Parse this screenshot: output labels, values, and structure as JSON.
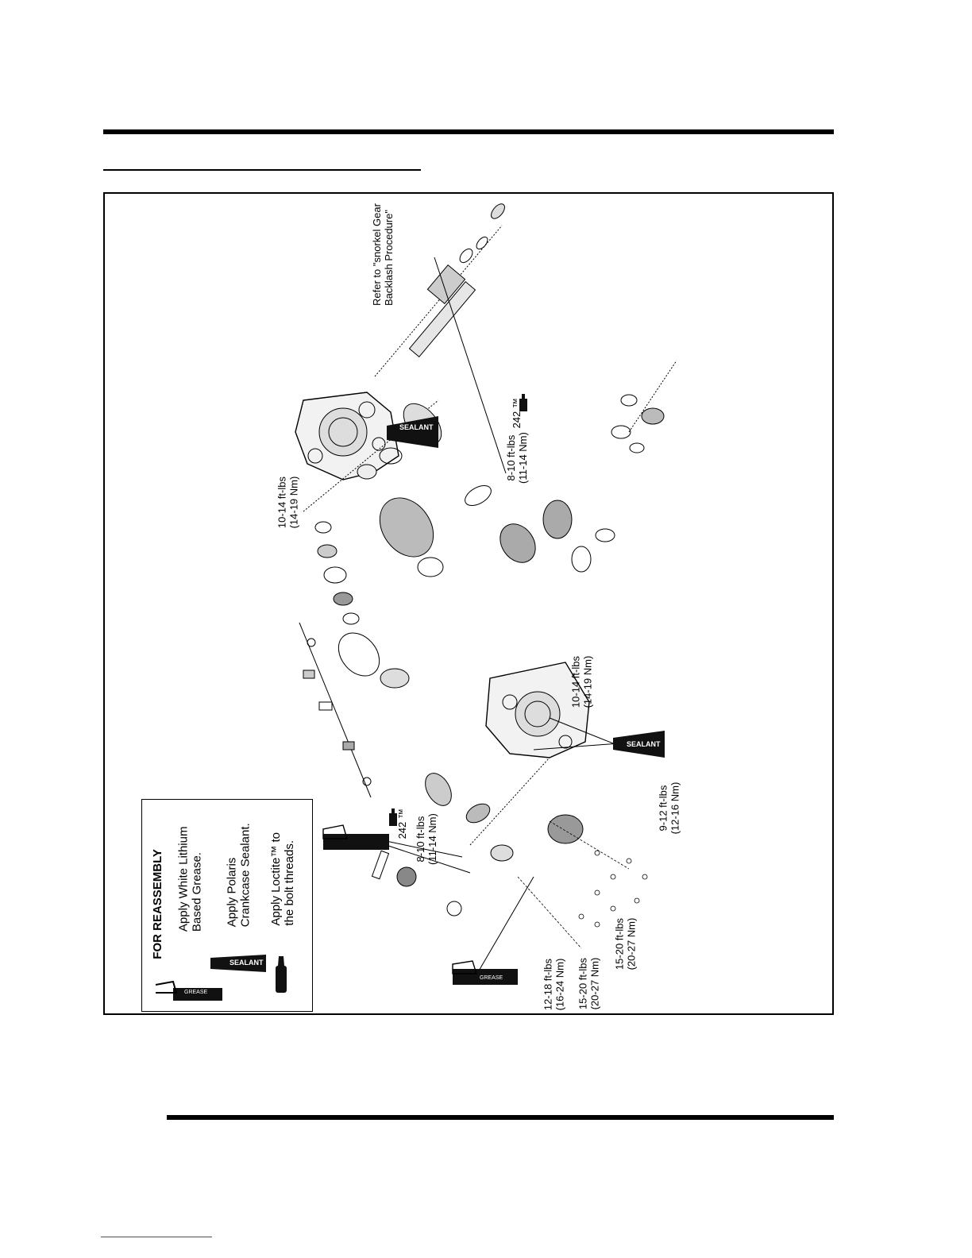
{
  "legend": {
    "title": "FOR REASSEMBLY",
    "grease_text": "Apply White Lithium\nBased Grease.",
    "sealant_text": "Apply Polaris\nCrankcase Sealant.",
    "loctite_text": "Apply Loctite™ to\nthe bolt threads.",
    "grease_tube_label": "GREASE",
    "sealant_tube_label": "SEALANT"
  },
  "callouts": {
    "snorkel": "Refer to \"snorkel Gear\nBacklash Procedure\"",
    "torque_upper_case": "10-14 ft-lbs\n(14-19 Nm)",
    "torque_middle_gear": "8-10 ft-lbs\n(11-14 Nm)",
    "loctite_upper": "242 ™",
    "torque_lower_case": "10-14 ft-lbs\n(14-19 Nm)",
    "torque_cover": "9-12 ft-lbs\n(12-16 Nm)",
    "torque_left_plate": "8-10 ft-lbs\n(11-14 Nm)",
    "loctite_left": "242 ™",
    "torque_1218": "12-18 ft-lbs\n(16-24 Nm)",
    "torque_1520_a": "15-20 ft-lbs\n(20-27 Nm)",
    "torque_1520_b": "15-20 ft-lbs\n(20-27 Nm)",
    "sealant_upper": "SEALANT",
    "sealant_lower": "SEALANT",
    "grease_upper": "GREASE",
    "grease_lower": "GREASE"
  },
  "colors": {
    "ink": "#000000",
    "link": "#2a4fb8"
  }
}
